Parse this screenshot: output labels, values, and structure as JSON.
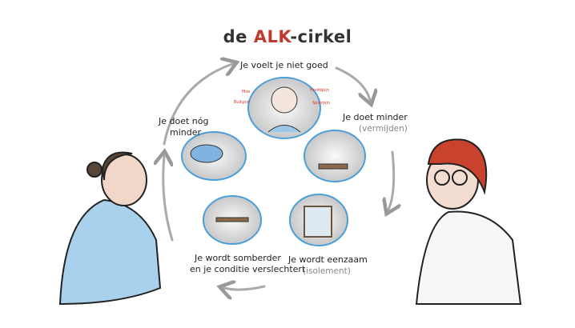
{
  "title": {
    "prefix": "de ",
    "accent": "ALK",
    "suffix": "-cirkel"
  },
  "colors": {
    "accent": "#c0392b",
    "cloud_border": "#4a9fd8",
    "arrow": "#9a9a9a"
  },
  "steps": [
    {
      "label": "Je voelt je niet goed",
      "symptoms": [
        "Moe",
        "Buikpijn",
        "Hoofdpijn",
        "Spierpijn"
      ]
    },
    {
      "label": "Je doet minder",
      "sub": "(vermijden)"
    },
    {
      "label": "Je wordt eenzaam",
      "sub": "(isolement)"
    },
    {
      "label_line1": "Je wordt somberder",
      "label_line2": "en je conditie verslechtert"
    },
    {
      "label_line1": "Je doet nóg",
      "label_line2": "minder"
    }
  ]
}
